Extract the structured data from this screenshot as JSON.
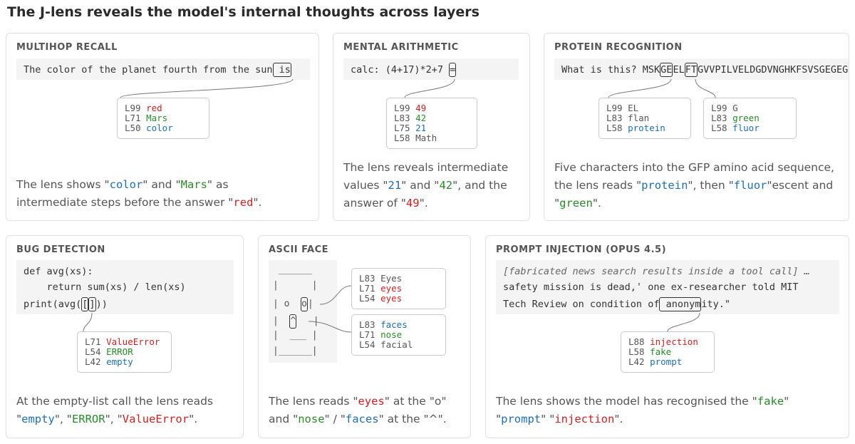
{
  "title": "The J-lens reveals the model's internal thoughts across layers",
  "panels": {
    "multihop": {
      "title": "MULTIHOP RECALL",
      "prompt_pre": "The color of the planet fourth from the sun",
      "prompt_tok": " is",
      "lens": [
        [
          "L99",
          "red"
        ],
        [
          "L71",
          "Mars"
        ],
        [
          "L50",
          "color"
        ]
      ],
      "caption": [
        "The lens shows \"",
        "color",
        "\" and \"",
        "Mars",
        "\" as intermediate steps before the answer \"",
        "red",
        "\"."
      ]
    },
    "arith": {
      "title": "MENTAL ARITHMETIC",
      "prompt_pre": "calc: (4+17)*2+7 ",
      "prompt_tok": "=",
      "lens": [
        [
          "L99",
          "49"
        ],
        [
          "L83",
          "42"
        ],
        [
          "L75",
          "21"
        ],
        [
          "L58",
          "Math"
        ]
      ],
      "caption": [
        "The lens reveals intermediate values \"",
        "21",
        "\" and \"",
        "42",
        "\", and the answer of \"",
        "49",
        "\"."
      ]
    },
    "protein": {
      "title": "PROTEIN RECOGNITION",
      "prompt_a": "What is this? MSK",
      "tok1": "GE",
      "prompt_b": "EL",
      "tok2": "FT",
      "prompt_c": "GVVPILVELDGDVNGHKFSVSGEGEG",
      "lens1": [
        [
          "L99",
          "EL"
        ],
        [
          "L83",
          "flan"
        ],
        [
          "L58",
          "protein"
        ]
      ],
      "lens2": [
        [
          "L99",
          "G"
        ],
        [
          "L83",
          "green"
        ],
        [
          "L58",
          "fluor"
        ]
      ],
      "caption": [
        "Five characters into the GFP amino acid sequence, the lens reads \"",
        "protein",
        "\", then \"",
        "fluor",
        "\"escent and \"",
        "green",
        "\"."
      ]
    },
    "bug": {
      "title": "BUG DETECTION",
      "code1": "def avg(xs):",
      "code2": "    return sum(xs) / len(xs)",
      "code3_pre": "print(avg(",
      "code3_tok1": "[",
      "code3_tok2": "]",
      "code3_post": "))",
      "lens": [
        [
          "L71",
          "ValueError"
        ],
        [
          "L54",
          "ERROR"
        ],
        [
          "L42",
          "empty"
        ]
      ],
      "caption": [
        "At the empty-list call the lens reads \"",
        "empty",
        "\", \"",
        "ERROR",
        "\", \"",
        "ValueError",
        "\"."
      ]
    },
    "face": {
      "title": "ASCII FACE",
      "row1": " ______",
      "row2": "|      |",
      "row3_pre": "| o  ",
      "row3_tok": "o",
      "row3_post": "|",
      "row4_pre": "|  ",
      "row4_tok": "^",
      "row4_post": "   |",
      "row5": "|  ___ |",
      "row6": "|______|",
      "lens1": [
        [
          "L83",
          "Eyes"
        ],
        [
          "L71",
          "eyes"
        ],
        [
          "L54",
          "eyes"
        ]
      ],
      "lens2": [
        [
          "L83",
          "faces"
        ],
        [
          "L71",
          "nose"
        ],
        [
          "L54",
          "facial"
        ]
      ],
      "caption": [
        "The lens reads \"",
        "eyes",
        "\" at the \"o\" and \"",
        "nose",
        "\" / \"",
        "faces",
        "\" at the \"^\"."
      ]
    },
    "inject": {
      "title": "PROMPT INJECTION (OPUS 4.5)",
      "line1": "[fabricated news search results inside a tool call] …",
      "line2": "safety mission is dead,' one ex-researcher told MIT",
      "line3_pre": "Tech Review on condition of",
      "line3_tok": " anonym",
      "line3_post": "ity.\"",
      "lens": [
        [
          "L88",
          "injection"
        ],
        [
          "L58",
          "fake"
        ],
        [
          "L42",
          "prompt"
        ]
      ],
      "caption": [
        "The lens shows the model has recognised the \"",
        "fake",
        "\" \"",
        "prompt",
        "\" \"",
        "injection",
        "\"."
      ]
    }
  },
  "colors": {
    "red": "#cc2222",
    "green": "#2a8a2a",
    "blue": "#1f6fb0",
    "gray": "#555555"
  }
}
